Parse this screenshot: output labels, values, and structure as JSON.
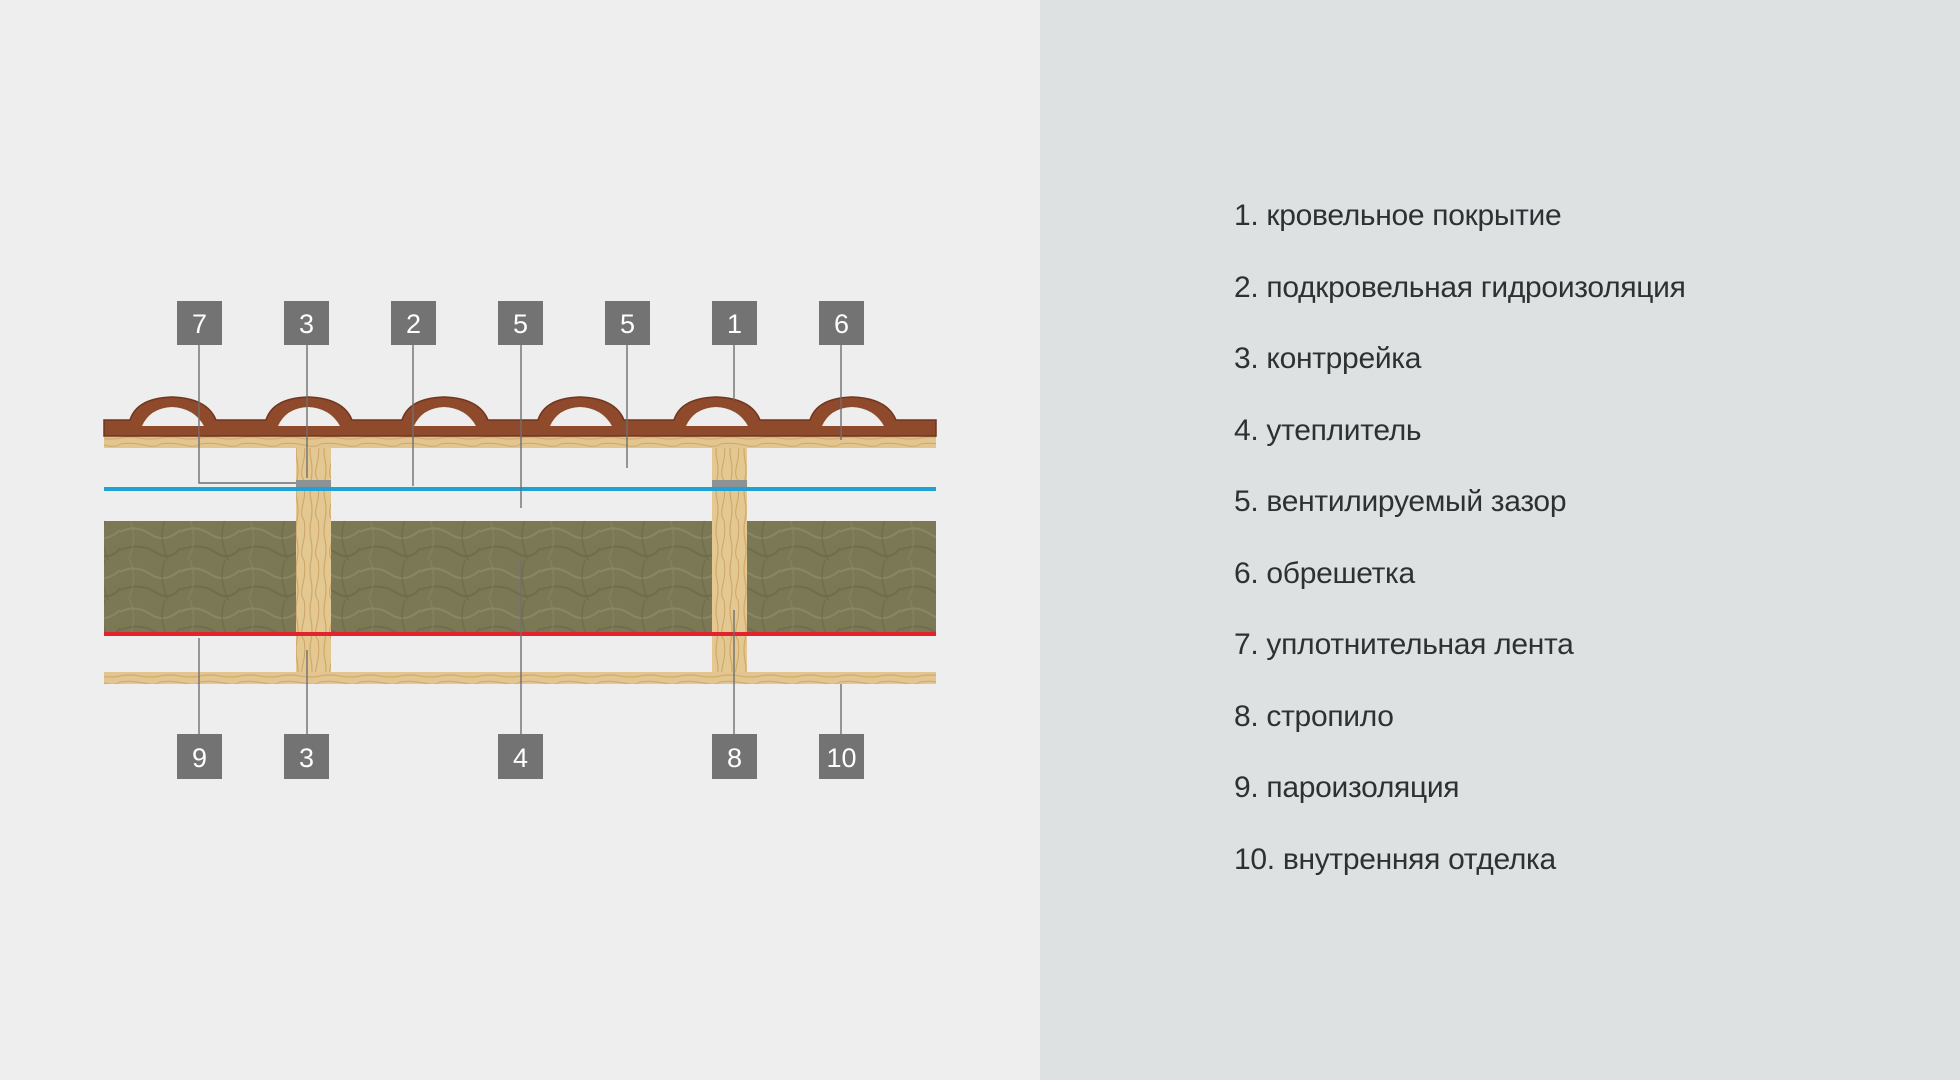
{
  "colors": {
    "left_bg": "#edeeed",
    "right_bg": "#dee1e2",
    "tile": "#8f4a2c",
    "wood": "#e2c48f",
    "membrane_blue": "#1ea2d6",
    "vapor_red": "#e0232c",
    "insulation": "#7d7a58",
    "tag_bg": "#737373",
    "leader": "#6f6f6f"
  },
  "callouts": {
    "top": [
      "7",
      "3",
      "2",
      "5",
      "5",
      "1",
      "6"
    ],
    "bottom": [
      "9",
      "3",
      "4",
      "8",
      "10"
    ]
  },
  "legend": [
    {
      "num": "1.",
      "text": "кровельное покрытие"
    },
    {
      "num": "2.",
      "text": "подкровельная гидроизоляция"
    },
    {
      "num": "3.",
      "text": "контррейка"
    },
    {
      "num": "4.",
      "text": "утеплитель"
    },
    {
      "num": "5.",
      "text": "вентилируемый зазор"
    },
    {
      "num": "6.",
      "text": "обрешетка"
    },
    {
      "num": "7.",
      "text": "уплотнительная лента"
    },
    {
      "num": "8.",
      "text": "стропило"
    },
    {
      "num": "9.",
      "text": "пароизоляция"
    },
    {
      "num": "10.",
      "text": "внутренняя отделка"
    }
  ]
}
